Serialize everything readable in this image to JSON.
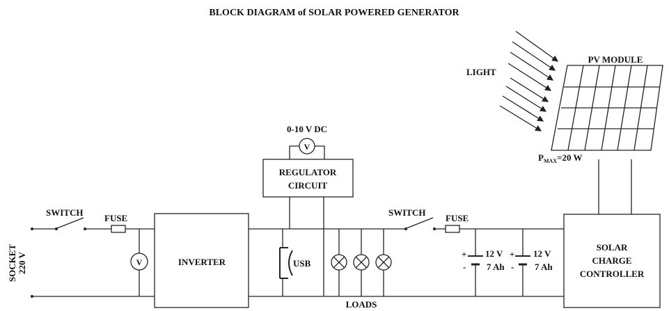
{
  "title": "BLOCK DIAGRAM of SOLAR POWERED GENERATOR",
  "blocks": {
    "inverter": "INVERTER",
    "regulator_line1": "REGULATOR",
    "regulator_line2": "CIRCUIT",
    "controller_line1": "SOLAR",
    "controller_line2": "CHARGE",
    "controller_line3": "CONTROLLER"
  },
  "labels": {
    "switch_left": "SWITCH",
    "fuse_left": "FUSE",
    "switch_right": "SWITCH",
    "fuse_right": "FUSE",
    "socket": "SOCKET",
    "socket_voltage": "220 V",
    "voltmeter_symbol": "V",
    "regulator_output": "0-10 V DC",
    "usb": "USB",
    "loads": "LOADS",
    "light": "LIGHT",
    "pv_module": "PV MODULE",
    "pmax_prefix": "P",
    "pmax_sub": "MAX",
    "pmax_value": "=20 W",
    "battery1_voltage": "12 V",
    "battery1_capacity": "7 Ah",
    "battery2_voltage": "12 V",
    "battery2_capacity": "7 Ah",
    "plus": "+",
    "minus": "-"
  }
}
